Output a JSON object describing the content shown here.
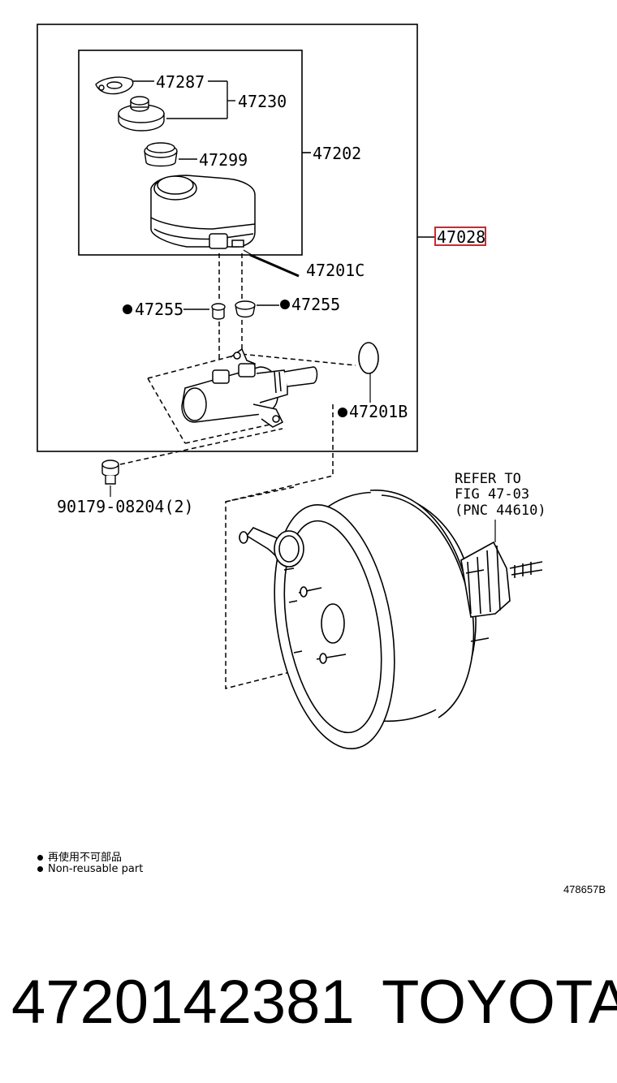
{
  "labels": {
    "p47287": "47287",
    "p47230": "47230",
    "p47299": "47299",
    "p47202": "47202",
    "p47028": "47028",
    "p47201C": "47201C",
    "p47255_left": "47255",
    "p47255_right": "47255",
    "p47201B": "47201B",
    "bolt": "90179-08204(2)",
    "refer_line1": "REFER TO",
    "refer_line2": "FIG 47-03",
    "refer_line3": "(PNC 44610)"
  },
  "highlight_color": "#e0202a",
  "legend": {
    "line_jp": "再使用不可部品",
    "line_en": "Non-reusable part"
  },
  "diagram_code": "478657B",
  "footer": {
    "part_number": "4720142381",
    "brand": "TOYOTA"
  }
}
